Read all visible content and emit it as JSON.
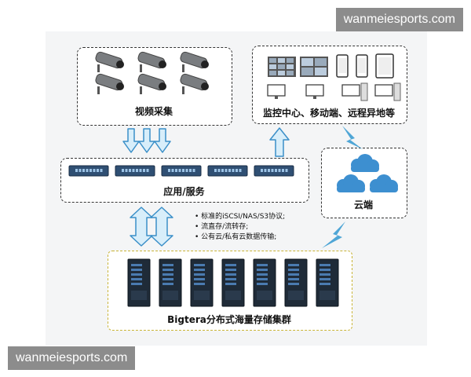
{
  "capture": {
    "label": "视频采集",
    "icon": "surveillance-camera-icon",
    "count": 6
  },
  "monitor": {
    "label": "监控中心、移动端、远程异地等",
    "icons": [
      "monitor-wall-icon",
      "phone-icon",
      "tablet-icon",
      "desktop-pc-icon"
    ]
  },
  "service": {
    "label": "应用/服务",
    "icon": "network-switch-icon",
    "count": 5
  },
  "cloud": {
    "label": "云端",
    "icon": "cloud-icon"
  },
  "protocols": [
    "• 标准的iSCSI/NAS/S3协议;",
    "• 流直存/流转存;",
    "• 公有云/私有云数据传输;"
  ],
  "storage": {
    "label": "Bigtera分布式海量存储集群",
    "icon": "server-rack-icon",
    "count": 7
  },
  "watermarks": {
    "top": "wanmeiesports.com",
    "bottom": "wanmeiesports.com"
  },
  "colors": {
    "arrow_fill": "#d8eefa",
    "arrow_stroke": "#3a8fc8",
    "lightning": "#4fa6d6",
    "cloud": "#3d8fd0",
    "storage_border": "#c9b437"
  }
}
